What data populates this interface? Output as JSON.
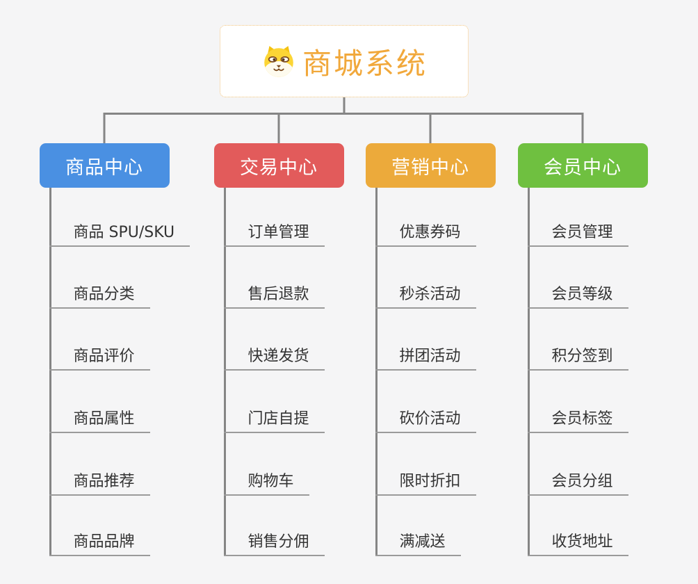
{
  "root": {
    "title": "商城系统",
    "icon": "dog-face-icon"
  },
  "colors": {
    "background": "#F5F5F6",
    "connector": "#858585",
    "underline": "#9A9A9A",
    "item_text": "#333333",
    "root_title": "#F1A83B",
    "root_border": "#F2C279"
  },
  "branches": [
    {
      "name": "product-center",
      "label": "商品中心",
      "color": "#4A90E2",
      "items": [
        "商品 SPU/SKU",
        "商品分类",
        "商品评价",
        "商品属性",
        "商品推荐",
        "商品品牌"
      ]
    },
    {
      "name": "trade-center",
      "label": "交易中心",
      "color": "#E25B5B",
      "items": [
        "订单管理",
        "售后退款",
        "快递发货",
        "门店自提",
        "购物车",
        "销售分佣"
      ]
    },
    {
      "name": "marketing-center",
      "label": "营销中心",
      "color": "#ECAA3B",
      "items": [
        "优惠券码",
        "秒杀活动",
        "拼团活动",
        "砍价活动",
        "限时折扣",
        "满减送"
      ]
    },
    {
      "name": "member-center",
      "label": "会员中心",
      "color": "#6FC040",
      "items": [
        "会员管理",
        "会员等级",
        "积分签到",
        "会员标签",
        "会员分组",
        "收货地址"
      ]
    }
  ]
}
